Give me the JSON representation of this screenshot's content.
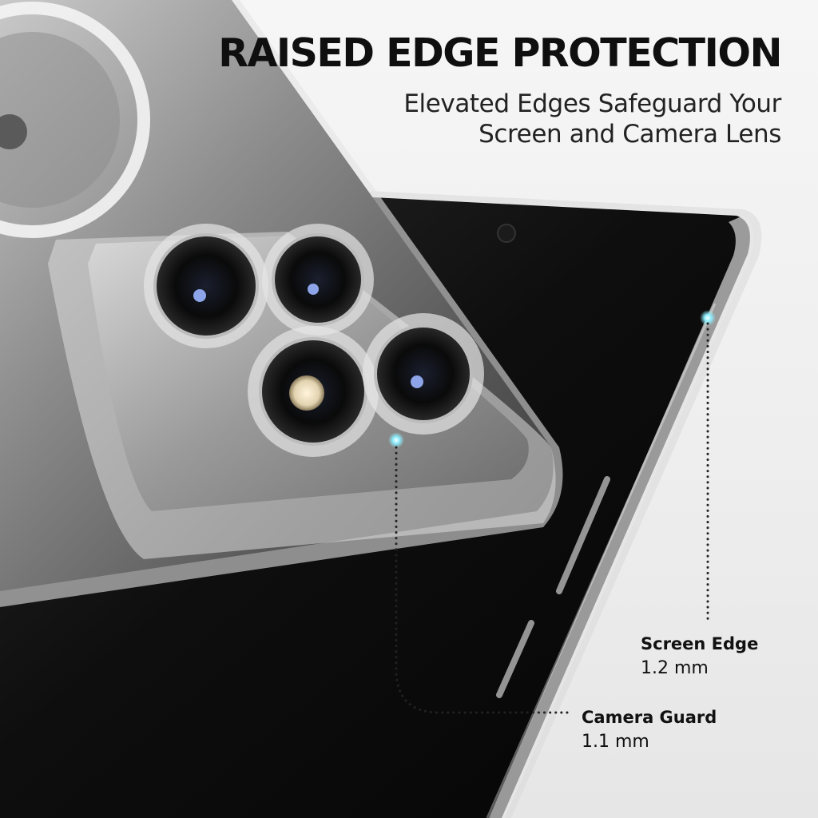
{
  "headline": "RAISED EDGE PROTECTION",
  "subheadline": [
    "Elevated Edges Safeguard Your",
    "Screen and Camera Lens"
  ],
  "callouts": {
    "screen_edge": {
      "label": "Screen Edge",
      "value": "1.2 mm"
    },
    "camera_guard": {
      "label": "Camera Guard",
      "value": "1.1 mm"
    }
  },
  "colors": {
    "background": "#f2f2f2",
    "headline_text": "#0f0f0f",
    "phone_screen": "#0c0c0c",
    "highlight_dot": "#7fe9ff"
  }
}
